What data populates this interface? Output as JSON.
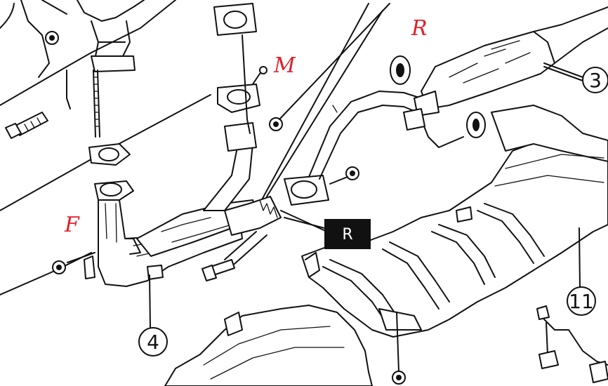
{
  "callouts": {
    "part_3": "3",
    "part_4": "4",
    "part_11": "11",
    "badge_r": "R"
  },
  "handwritten_labels": {
    "f": "F",
    "m": "M",
    "r": "R"
  },
  "colors": {
    "line": "#111111",
    "background": "#ffffff",
    "annotation": "#e0202a",
    "badge_fill": "#111111",
    "badge_text": "#ffffff"
  }
}
